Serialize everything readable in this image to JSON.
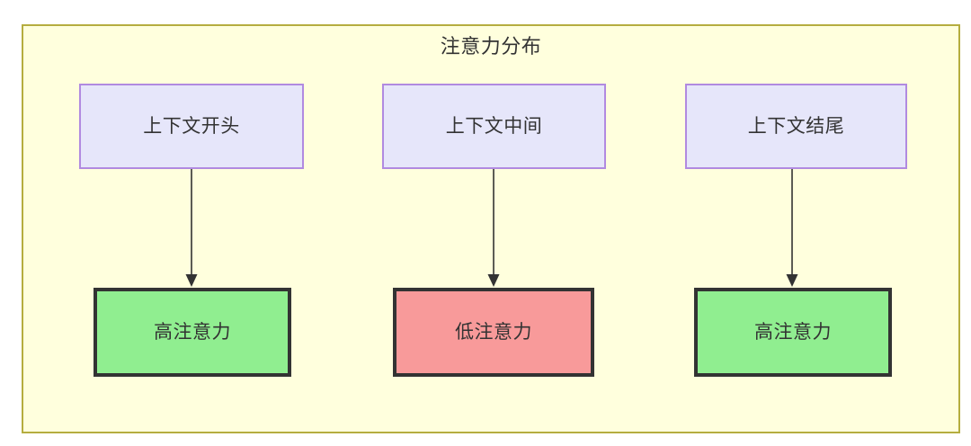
{
  "diagram": {
    "title": "注意力分布",
    "container": {
      "fill": "#ffffdd",
      "stroke": "#b5ad3f"
    },
    "context_nodes": [
      {
        "id": "ctx-start",
        "label": "上下文开头",
        "fill": "#e6e6fa",
        "stroke": "#b18ae0"
      },
      {
        "id": "ctx-middle",
        "label": "上下文中间",
        "fill": "#e6e6fa",
        "stroke": "#b18ae0"
      },
      {
        "id": "ctx-end",
        "label": "上下文结尾",
        "fill": "#e6e6fa",
        "stroke": "#b18ae0"
      }
    ],
    "attention_nodes": [
      {
        "id": "attn-start",
        "label": "高注意力",
        "fill": "#90ee90",
        "stroke": "#333333"
      },
      {
        "id": "attn-middle",
        "label": "低注意力",
        "fill": "#f89a9a",
        "stroke": "#333333"
      },
      {
        "id": "attn-end",
        "label": "高注意力",
        "fill": "#90ee90",
        "stroke": "#333333"
      }
    ],
    "edges": [
      {
        "id": "edge-start",
        "from": "上下文开头",
        "to": "高注意力",
        "stroke": "#333333"
      },
      {
        "id": "edge-middle",
        "from": "上下文中间",
        "to": "低注意力",
        "stroke": "#333333"
      },
      {
        "id": "edge-end",
        "from": "上下文结尾",
        "to": "高注意力",
        "stroke": "#333333"
      }
    ]
  }
}
